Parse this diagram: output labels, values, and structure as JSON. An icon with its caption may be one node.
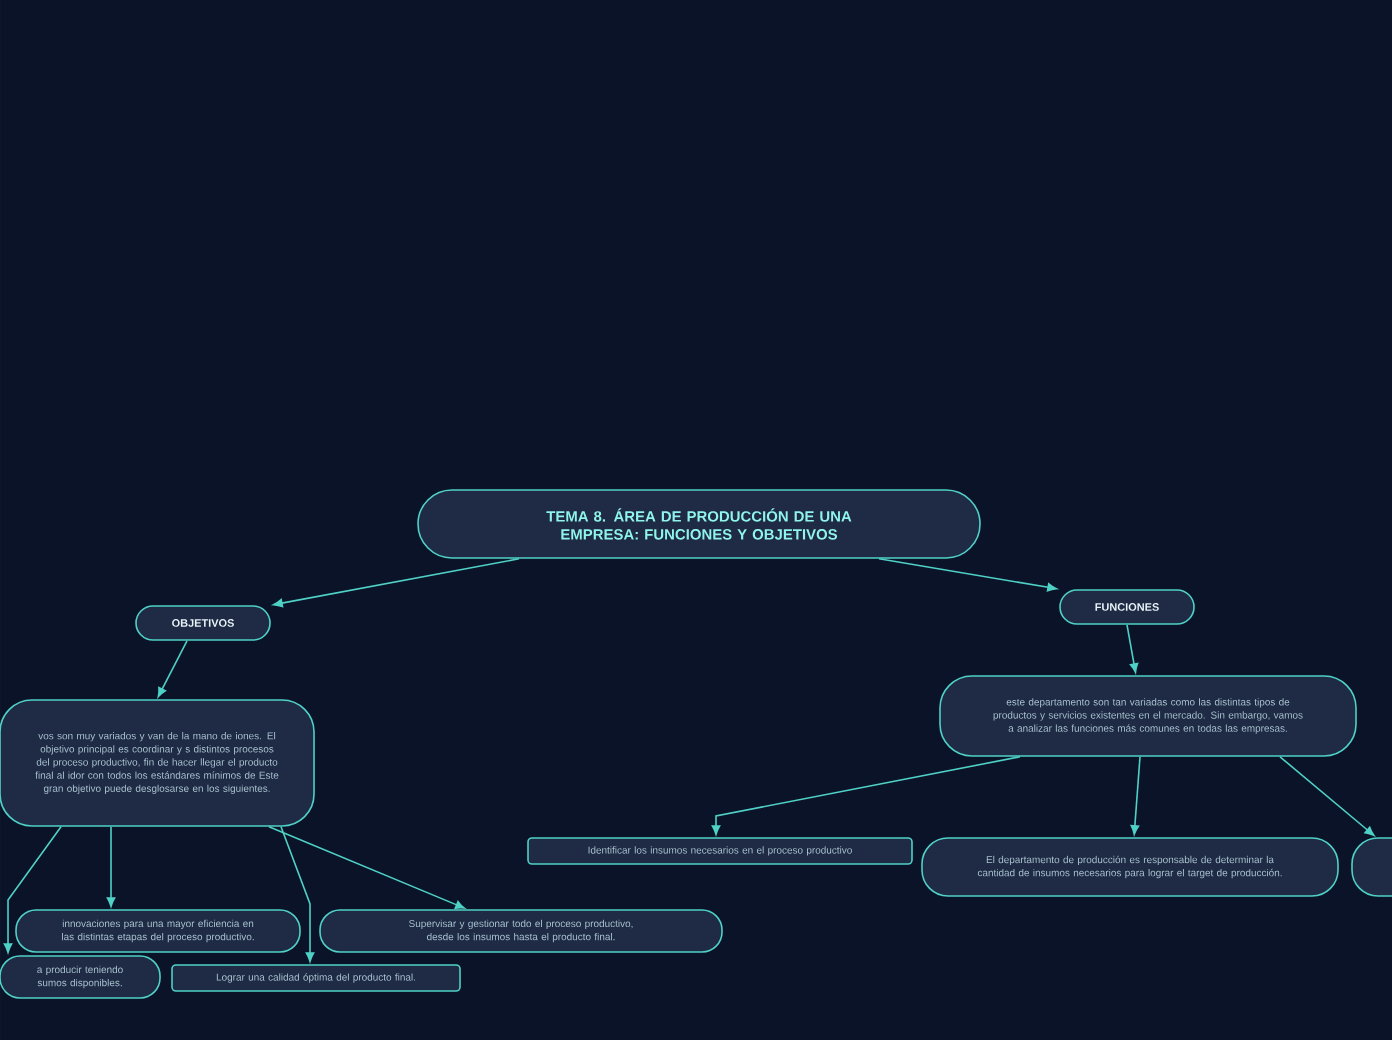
{
  "diagram": {
    "nodes": [
      {
        "text": [
          "TEMA 8. ÁREA DE PRODUCCIÓN DE UNA EMPRESA: FUNCIONES Y OBJETIVOS"
        ]
      },
      {
        "text": [
          "OBJETIVOS"
        ]
      },
      {
        "text": [
          "FUNCIONES"
        ]
      },
      {
        "text": [
          "vos son muy variados y van de la mano de iones. El objetivo principal es coordinar y s distintos procesos del proceso productivo, fin de hacer llegar el producto final al idor con todos los estándares mínimos de Este gran objetivo puede desglosarse en los siguientes."
        ]
      },
      {
        "text": [
          "este departamento son tan variadas como las distintas tipos de productos y servicios existentes en el mercado. Sin embargo, vamos a analizar las funciones más comunes en todas las empresas."
        ]
      },
      {
        "text": [
          "innovaciones para una mayor eficiencia en las distintas etapas del proceso productivo."
        ]
      },
      {
        "text": [
          "Supervisar y gestionar todo el proceso productivo, desde los insumos hasta el producto final."
        ]
      },
      {
        "text": [
          "a producir teniendo sumos disponibles."
        ]
      },
      {
        "text": [
          "Lograr una calidad óptima del producto final."
        ]
      },
      {
        "text": [
          "Identificar los insumos necesarios en el proceso productivo"
        ]
      },
      {
        "text": [
          "El departamento de producción es responsable de determinar la cantidad de insumos necesarios para lograr el target de producción."
        ]
      },
      {
        "text": [],
        "shape": "box"
      }
    ],
    "edges": [
      {
        "from": 0,
        "to": 1,
        "arrow": "to"
      },
      {
        "from": 0,
        "to": 2,
        "arrow": "to"
      },
      {
        "from": 1,
        "to": 3,
        "arrow": "to"
      },
      {
        "from": 2,
        "to": 4,
        "arrow": "to"
      },
      {
        "from": 3,
        "to": 7,
        "arrow": "to"
      },
      {
        "from": 3,
        "to": 5,
        "arrow": "to"
      },
      {
        "from": 3,
        "to": 8,
        "arrow": "to"
      },
      {
        "from": 3,
        "to": 6,
        "arrow": "to"
      },
      {
        "from": 4,
        "to": 9,
        "arrow": "to"
      },
      {
        "from": 4,
        "to": 10,
        "arrow": "to"
      },
      {
        "from": 4,
        "to": 11,
        "arrow": "to"
      }
    ]
  }
}
